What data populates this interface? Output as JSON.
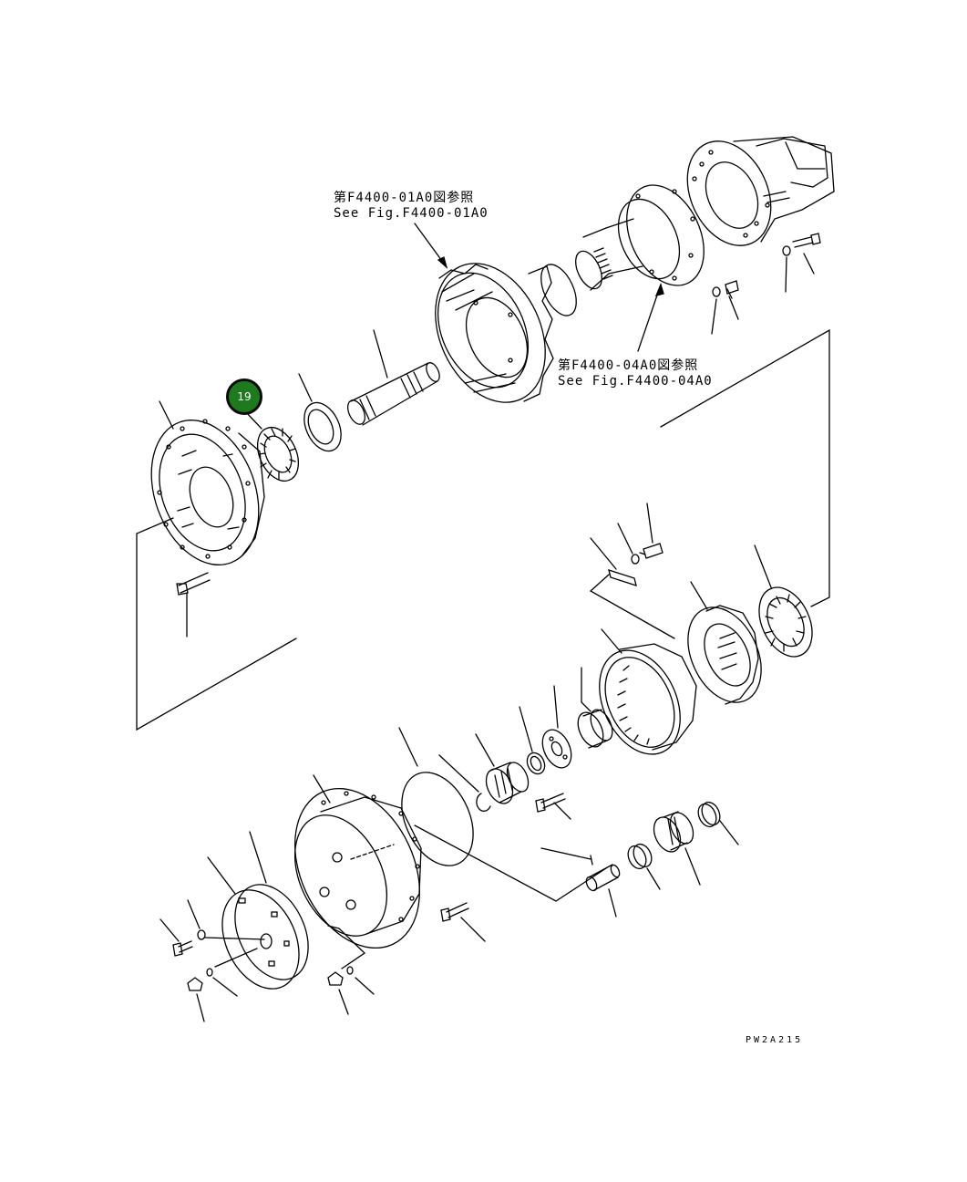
{
  "diagram": {
    "references": [
      {
        "jp": "第F4400-01A0図参照",
        "en": "See Fig.F4400-01A0"
      },
      {
        "jp": "第F4400-04A0図参照",
        "en": "See Fig.F4400-04A0"
      }
    ],
    "highlighted_callout": "19",
    "drawing_code": "PW2A215",
    "colors": {
      "callout_fill": "#1f7a1f",
      "callout_border": "#0b0b0b",
      "line": "#000000"
    }
  }
}
